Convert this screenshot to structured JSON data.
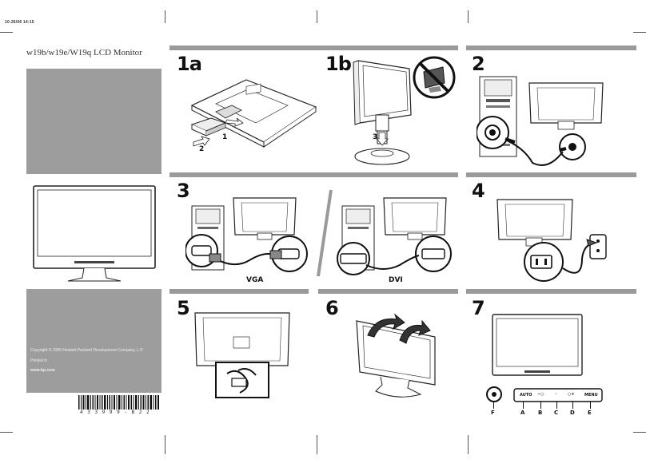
{
  "header": {
    "timestamp": "10-26/06 14:15",
    "title": "w19b/w19e/W19q LCD Monitor"
  },
  "cover": {
    "copyright": "Copyright © 2006 Hewlett-Packard Development Company, L.P.",
    "printed_in": "Printed in",
    "website": "www.hp.com",
    "barcode_number": "4 3 3 9 9 9 - B 2 2"
  },
  "steps": {
    "s1a": "1a",
    "s1b": "1b",
    "s2": "2",
    "s3": "3",
    "s4": "4",
    "s5": "5",
    "s6": "6",
    "s7": "7"
  },
  "callouts": {
    "c1": "1",
    "c2": "2",
    "c3": "3",
    "vga": "VGA",
    "dvi": "DVI"
  },
  "buttons": {
    "auto": "AUTO",
    "menu": "MENU",
    "letters": [
      "F",
      "A",
      "B",
      "C",
      "D",
      "E"
    ]
  },
  "colors": {
    "panel_gray": "#9d9d9d",
    "bar_gray": "#9a9a9a",
    "ink": "#111111"
  }
}
